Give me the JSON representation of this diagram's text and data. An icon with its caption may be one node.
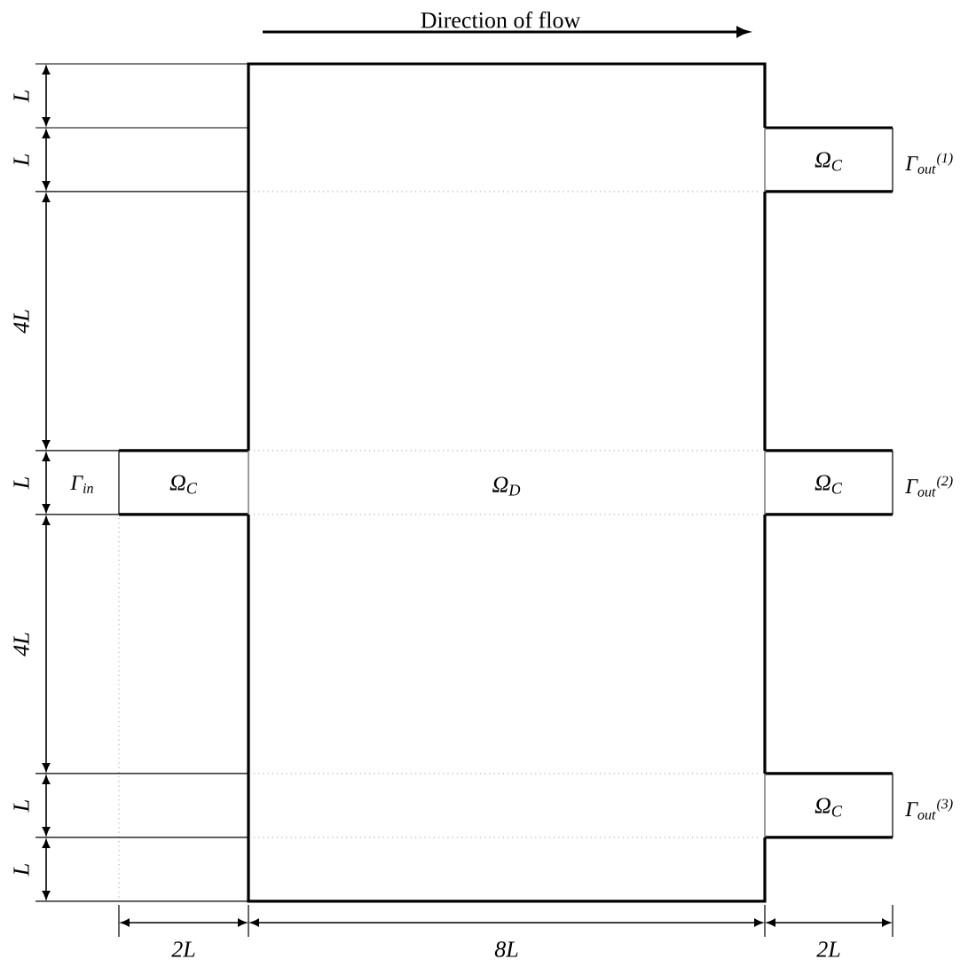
{
  "diagram": {
    "nodes": [
      {
        "text": [
          "Ω$_{D}$"
        ]
      },
      {
        "text": [
          "Ω$_{C}$"
        ],
        "beside": [
          "Γ$_{in}$"
        ]
      },
      {
        "text": [
          "Ω$_{C}$"
        ],
        "beside": [
          "Γ$_{out}$$^{(1)}$"
        ]
      },
      {
        "text": [
          "Ω$_{C}$"
        ],
        "beside": [
          "Γ$_{out}$$^{(2)}$"
        ]
      },
      {
        "text": [
          "Ω$_{C}$"
        ],
        "beside": [
          "Γ$_{out}$$^{(3)}$"
        ]
      }
    ],
    "labels": [
      "Direction of flow",
      "L",
      "L",
      "4L",
      "L",
      "4L",
      "L",
      "L",
      "2L",
      "8L",
      "2L"
    ]
  }
}
